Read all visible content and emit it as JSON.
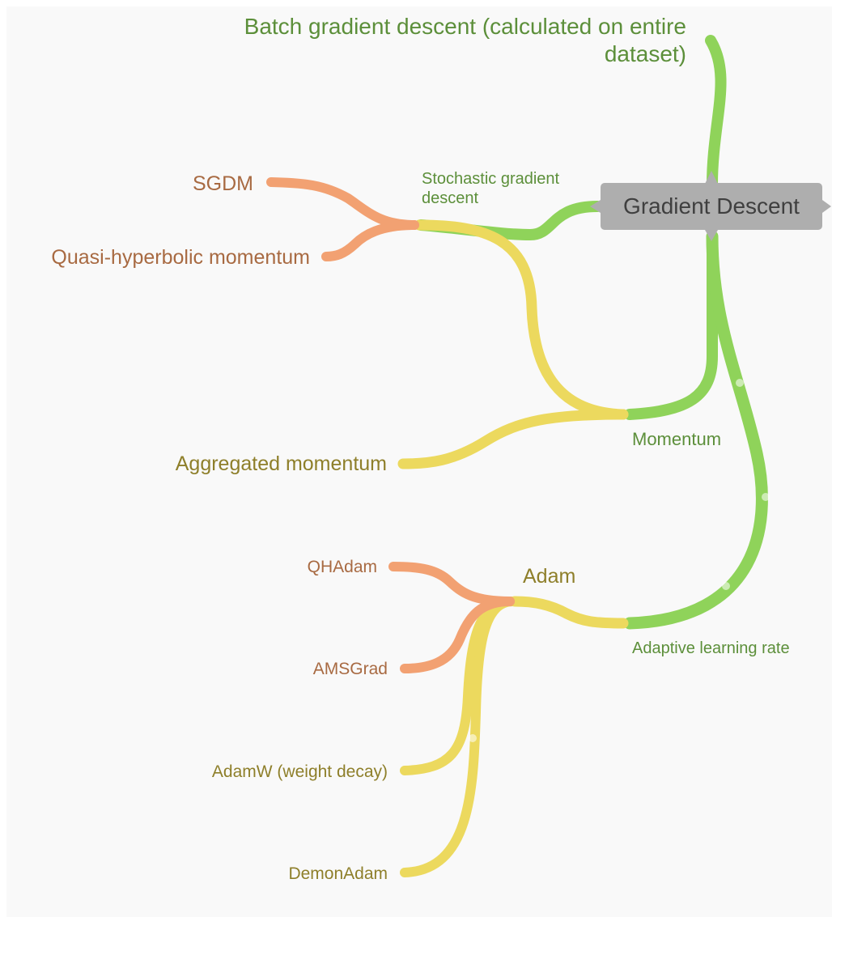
{
  "root": {
    "label": "Gradient Descent"
  },
  "nodes": {
    "batch": {
      "line1": "Batch gradient descent (calculated on entire",
      "line2": "dataset)"
    },
    "sgd": {
      "line1": "Stochastic gradient",
      "line2": "descent"
    },
    "sgdm": {
      "label": "SGDM"
    },
    "qhm": {
      "label": "Quasi-hyperbolic momentum"
    },
    "momentum": {
      "label": "Momentum"
    },
    "aggmo": {
      "label": "Aggregated momentum"
    },
    "adaptive": {
      "label": "Adaptive learning rate"
    },
    "adam": {
      "label": "Adam"
    },
    "qhadam": {
      "label": "QHAdam"
    },
    "amsgrad": {
      "label": "AMSGrad"
    },
    "adamw": {
      "label": "AdamW (weight decay)"
    },
    "demonadam": {
      "label": "DemonAdam"
    }
  },
  "colors": {
    "level1": "#8fd35a",
    "level2": "#ecd95e",
    "level3": "#f2a172",
    "root_box": "#aeaeae",
    "text_green": "#5c8f3a",
    "text_olive": "#8e7f2a",
    "text_brown": "#a86a42"
  }
}
